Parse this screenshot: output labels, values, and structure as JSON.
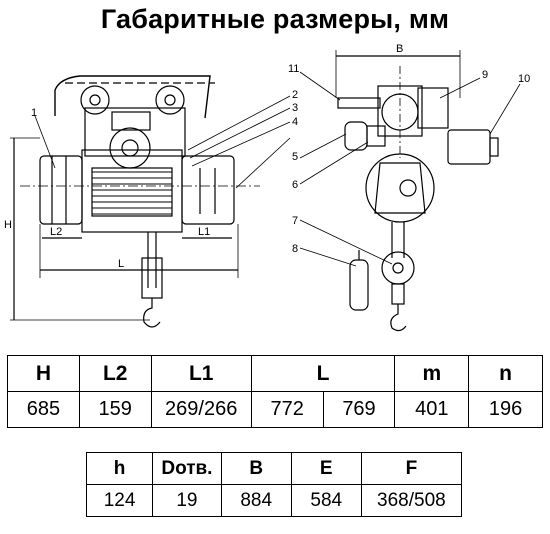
{
  "title": "Габаритные размеры, мм",
  "drawing": {
    "front_labels": [
      "H",
      "L2",
      "L1",
      "L"
    ],
    "part_numbers": [
      "1",
      "2",
      "3",
      "4",
      "5",
      "6",
      "7",
      "8",
      "9",
      "10",
      "11"
    ],
    "side_label": "B"
  },
  "table1": {
    "headers": [
      "H",
      "L2",
      "L1",
      "L",
      "m",
      "n"
    ],
    "values": [
      "685",
      "159",
      "269/266",
      "772",
      "769",
      "401",
      "196"
    ]
  },
  "table2": {
    "headers": [
      "h",
      "Dотв.",
      "B",
      "E",
      "F"
    ],
    "values": [
      "124",
      "19",
      "884",
      "584",
      "368/508"
    ]
  }
}
